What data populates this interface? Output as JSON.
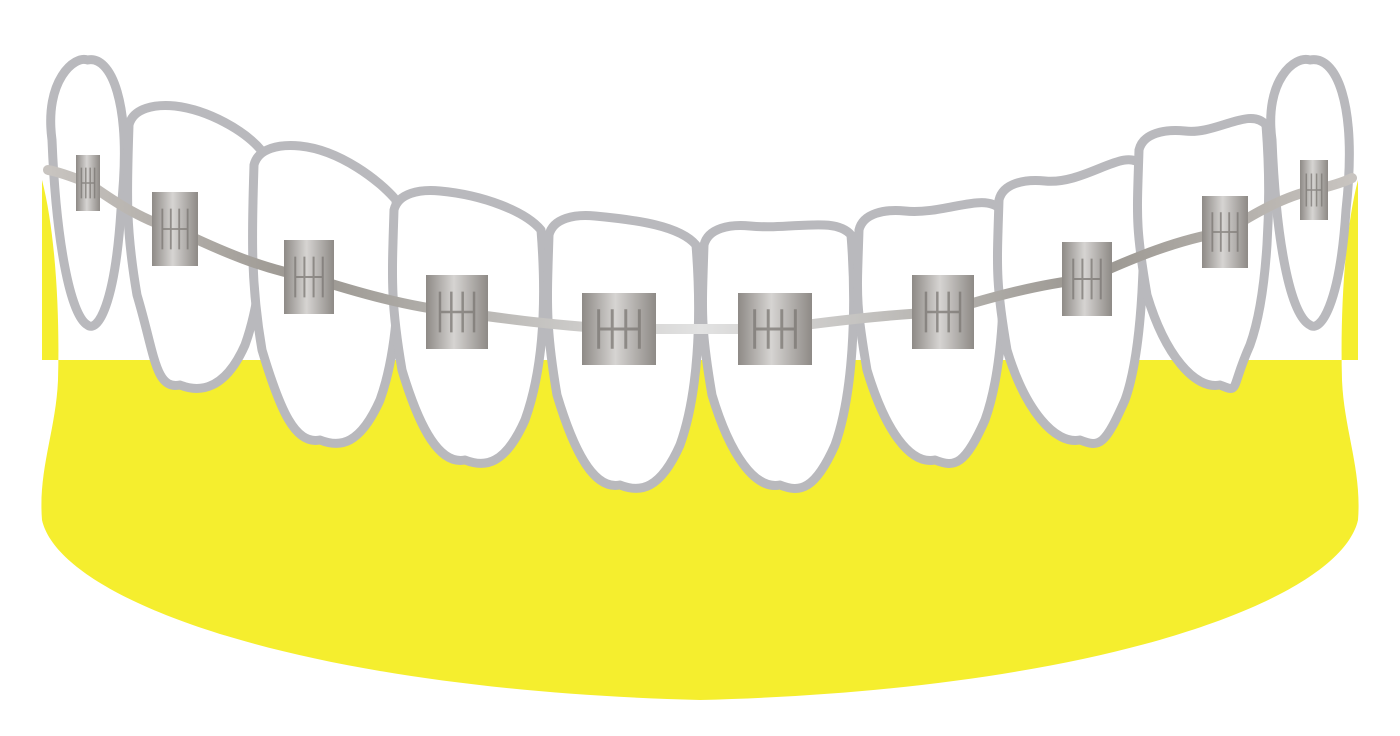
{
  "illustration": {
    "subject": "lower-teeth-with-braces",
    "tooth_count": 10,
    "bracket_count": 10
  },
  "colors": {
    "background": "#ffffff",
    "gum": "#f5ee2e",
    "tooth_fill": "#ffffff",
    "tooth_outline": "#b9b9bd",
    "wire_light": "#dcdcdc",
    "wire_dark": "#9a9690",
    "bracket_dark": "#8e8a86",
    "bracket_light": "#d6d4d2",
    "bracket_slot": "#7b7773"
  }
}
